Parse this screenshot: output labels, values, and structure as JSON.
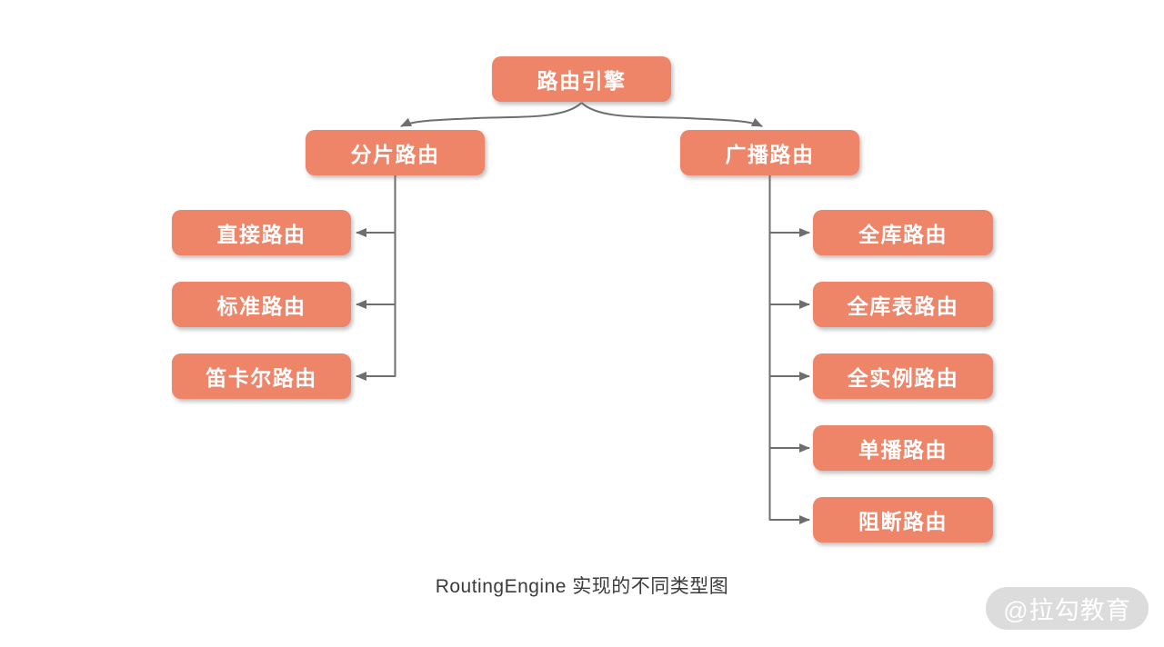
{
  "diagram": {
    "root": {
      "label": "路由引擎"
    },
    "branches": [
      {
        "label": "分片路由",
        "children": [
          {
            "label": "直接路由"
          },
          {
            "label": "标准路由"
          },
          {
            "label": "笛卡尔路由"
          }
        ]
      },
      {
        "label": "广播路由",
        "children": [
          {
            "label": "全库路由"
          },
          {
            "label": "全库表路由"
          },
          {
            "label": "全实例路由"
          },
          {
            "label": "单播路由"
          },
          {
            "label": "阻断路由"
          }
        ]
      }
    ],
    "caption": "RoutingEngine 实现的不同类型图",
    "watermark": "@拉勾教育",
    "colors": {
      "node_fill": "#EE8468",
      "node_text": "#FFFFFF",
      "connector": "#6E6E6E",
      "caption_text": "#3B3B3B",
      "watermark_bg": "#DCDCDC",
      "watermark_text": "#FFFFFF",
      "background": "#FFFFFF"
    }
  }
}
